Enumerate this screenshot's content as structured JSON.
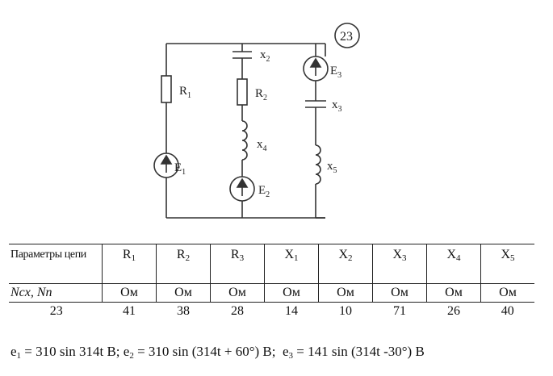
{
  "variant_badge": "23",
  "circuit_labels": {
    "R1": "R",
    "R1_sub": "1",
    "R2": "R",
    "R2_sub": "2",
    "X2": "x",
    "X2_sub": "2",
    "X3": "x",
    "X3_sub": "3",
    "X4": "x",
    "X4_sub": "4",
    "X5": "x",
    "X5_sub": "5",
    "E1": "E",
    "E1_sub": "1",
    "E2": "E",
    "E2_sub": "2",
    "E3": "E",
    "E3_sub": "3"
  },
  "table": {
    "header_label": "Параметры цепи",
    "unit_label": "Ncx, Nn",
    "columns": [
      {
        "symbol": "R",
        "sub": "1",
        "unit": "Ом",
        "value": "41"
      },
      {
        "symbol": "R",
        "sub": "2",
        "unit": "Ом",
        "value": "38"
      },
      {
        "symbol": "R",
        "sub": "3",
        "unit": "Ом",
        "value": "28"
      },
      {
        "symbol": "X",
        "sub": "1",
        "unit": "Ом",
        "value": "14"
      },
      {
        "symbol": "X",
        "sub": "2",
        "unit": "Ом",
        "value": "10"
      },
      {
        "symbol": "X",
        "sub": "3",
        "unit": "Ом",
        "value": "71"
      },
      {
        "symbol": "X",
        "sub": "4",
        "unit": "Ом",
        "value": "26"
      },
      {
        "symbol": "X",
        "sub": "5",
        "unit": "Ом",
        "value": "40"
      }
    ],
    "variant_value": "23"
  },
  "formula": {
    "e1_var": "e",
    "e1_sub": "1",
    "e1_expr": " = 310 sin 314t  В;",
    "e2_var": " e",
    "e2_sub": "2",
    "e2_expr": " = 310 sin (314t + 60°) В;",
    "e3_var": "  e",
    "e3_sub": "3",
    "e3_expr": " = 141 sin (314t -30°) В"
  }
}
